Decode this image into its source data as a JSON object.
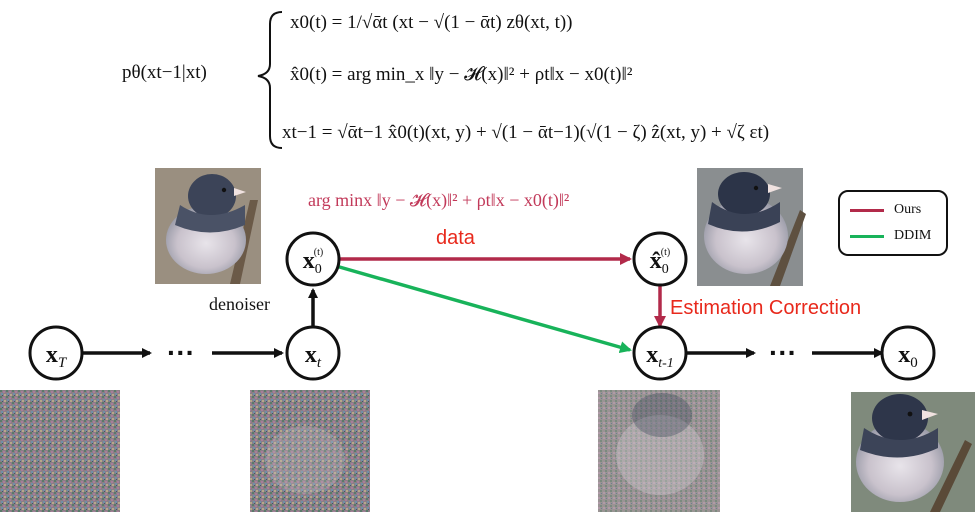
{
  "equation": {
    "lhs": "pθ(xt−1|xt)",
    "line1": "x0(t) = 1/√ᾱt (xt − √(1 − ᾱt) zθ(xt, t))",
    "line2": "x̂0(t) = arg min_x ‖y − 𝓗(x)‖² + ρt‖x − x0(t)‖²",
    "line3": "xt−1 = √ᾱt−1 x̂0(t)(xt, y) + √(1 − ᾱt−1)(√(1 − ζ) ẑ(xt, y) + √ζ εt)"
  },
  "annotations": {
    "argmin_formula": "arg minx ‖y − 𝓗(x)‖² + ρt‖x − x0(t)‖²",
    "data": "data",
    "denoiser": "denoiser",
    "estimation_correction": "Estimation Correction"
  },
  "nodes": {
    "xT": "x",
    "xT_sub": "T",
    "dots1": "···",
    "xt": "x",
    "xt_sub": "t",
    "x0t": "x",
    "x0t_sub": "0",
    "x0t_sup": "(t)",
    "x0hat": "x̂",
    "x0hat_sub": "0",
    "x0hat_sup": "(t)",
    "xtm1": "x",
    "xtm1_sub": "t-1",
    "dots2": "···",
    "x0": "x",
    "x0_sub": "0"
  },
  "legend": {
    "ours": "Ours",
    "ddim": "DDIM"
  },
  "colors": {
    "ours": "#b22a4a",
    "ddim": "#18b35a",
    "annotation_red": "#e8291c",
    "argmin_pink": "#c23a5a"
  }
}
